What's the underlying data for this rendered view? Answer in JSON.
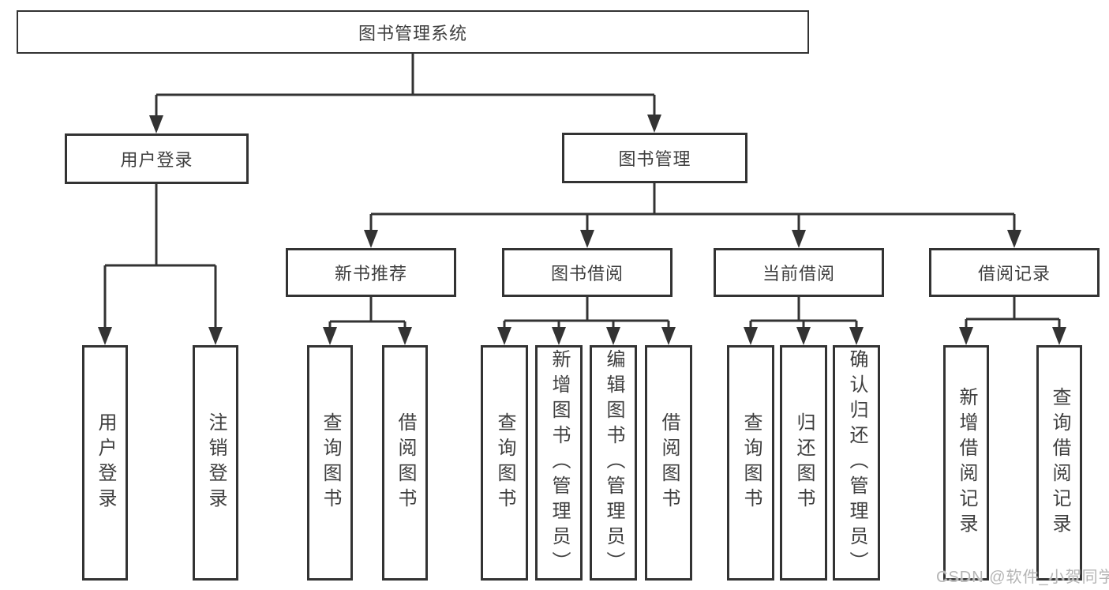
{
  "colors": {
    "line": "#333333",
    "text": "#3f3f3f",
    "watermark": "#b5b5b5"
  },
  "watermark": {
    "text": "CSDN @软件_小贺同学"
  },
  "tree": {
    "root": {
      "label": "图书管理系统"
    },
    "branches": [
      {
        "label": "用户登录",
        "leaves": [
          "用户登录",
          "注销登录"
        ]
      },
      {
        "label": "图书管理",
        "children": [
          {
            "label": "新书推荐",
            "leaves": [
              "查询图书",
              "借阅图书"
            ]
          },
          {
            "label": "图书借阅",
            "leaves": [
              "查询图书",
              "新增图书（管理员）",
              "编辑图书（管理员）",
              "借阅图书"
            ]
          },
          {
            "label": "当前借阅",
            "leaves": [
              "查询图书",
              "归还图书",
              "确认归还（管理员）"
            ]
          },
          {
            "label": "借阅记录",
            "leaves": [
              "新增借阅记录",
              "查询借阅记录"
            ]
          }
        ]
      }
    ]
  }
}
